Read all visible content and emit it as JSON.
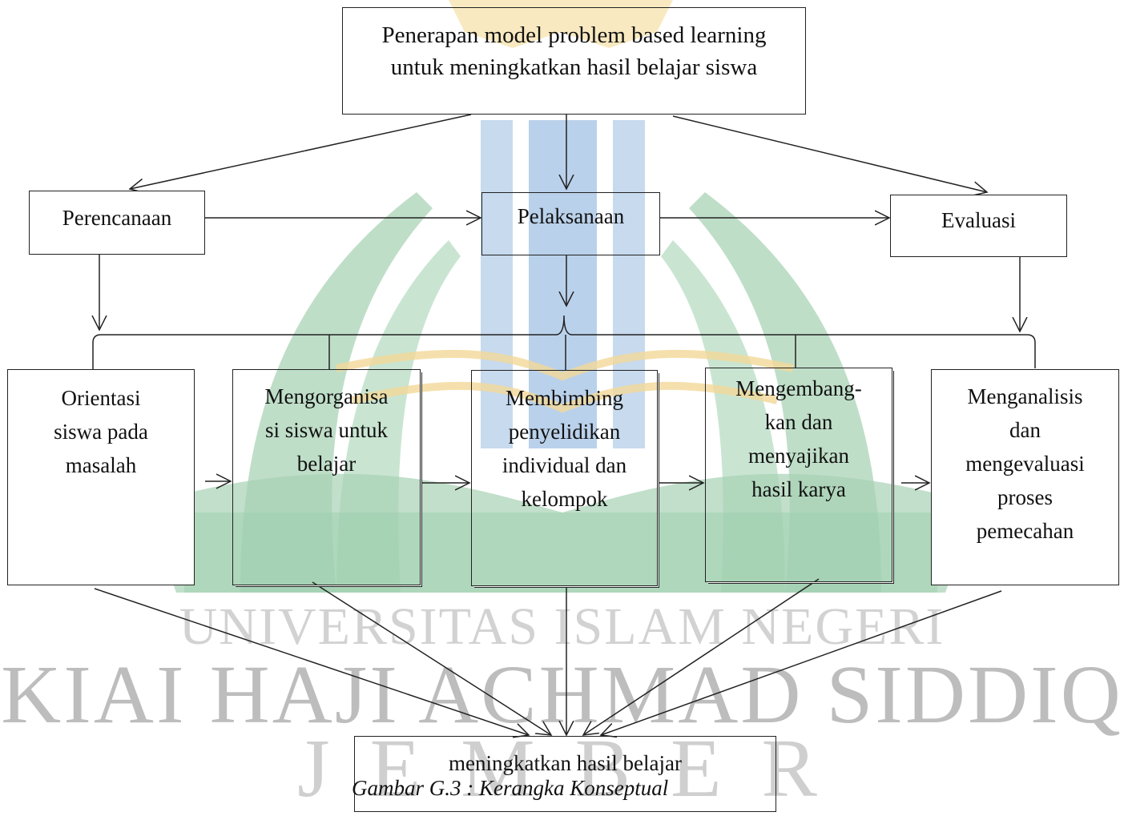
{
  "watermark": {
    "line1": "UNIVERSITAS ISLAM NEGERI",
    "line2": "KIAI HAJI ACHMAD SIDDIQ",
    "line3": "J E M B E R"
  },
  "diagram": {
    "top": "Penerapan model problem based learning\nuntuk meningkatkan hasil belajar siswa",
    "phases": {
      "plan": "Perencanaan",
      "exec": "Pelaksanaan",
      "eval": "Evaluasi"
    },
    "steps": [
      "Orientasi\nsiswa pada\nmasalah",
      "Mengorganisa\nsi siswa untuk\nbelajar",
      "Membimbing\npenyelidikan\nindividual dan\nkelompok",
      "Mengembang-\nkan dan\nmenyajikan\nhasil karya",
      "Menganalisis\ndan\nmengevaluasi\nproses\npemecahan"
    ],
    "bottom": "meningkatkan hasil belajar"
  },
  "caption": "Gambar G.3 : Kerangka Konseptual",
  "colors": {
    "watermark_green": "#2f8d4f",
    "watermark_blue": "#3c7cc1",
    "watermark_gold": "#e4b64a",
    "line": "#222222"
  }
}
